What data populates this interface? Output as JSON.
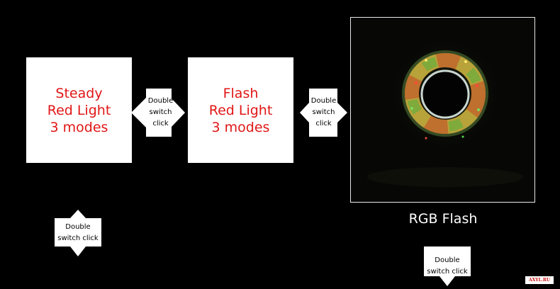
{
  "modes": [
    {
      "label": "Steady\nRed Light\n3 modes"
    },
    {
      "label": "Flash\nRed Light\n3 modes"
    }
  ],
  "photo": {
    "caption": "RGB Flash"
  },
  "arrows": {
    "first": "Double\nswitch\nclick",
    "second": "Double\nswitch\nclick",
    "bottom_left": "Double\nswitch click",
    "bottom_right": "Double\nswitch click"
  },
  "watermark": "AXYL.RU",
  "colors": {
    "mode_text": "#e11616",
    "background": "#000000"
  }
}
